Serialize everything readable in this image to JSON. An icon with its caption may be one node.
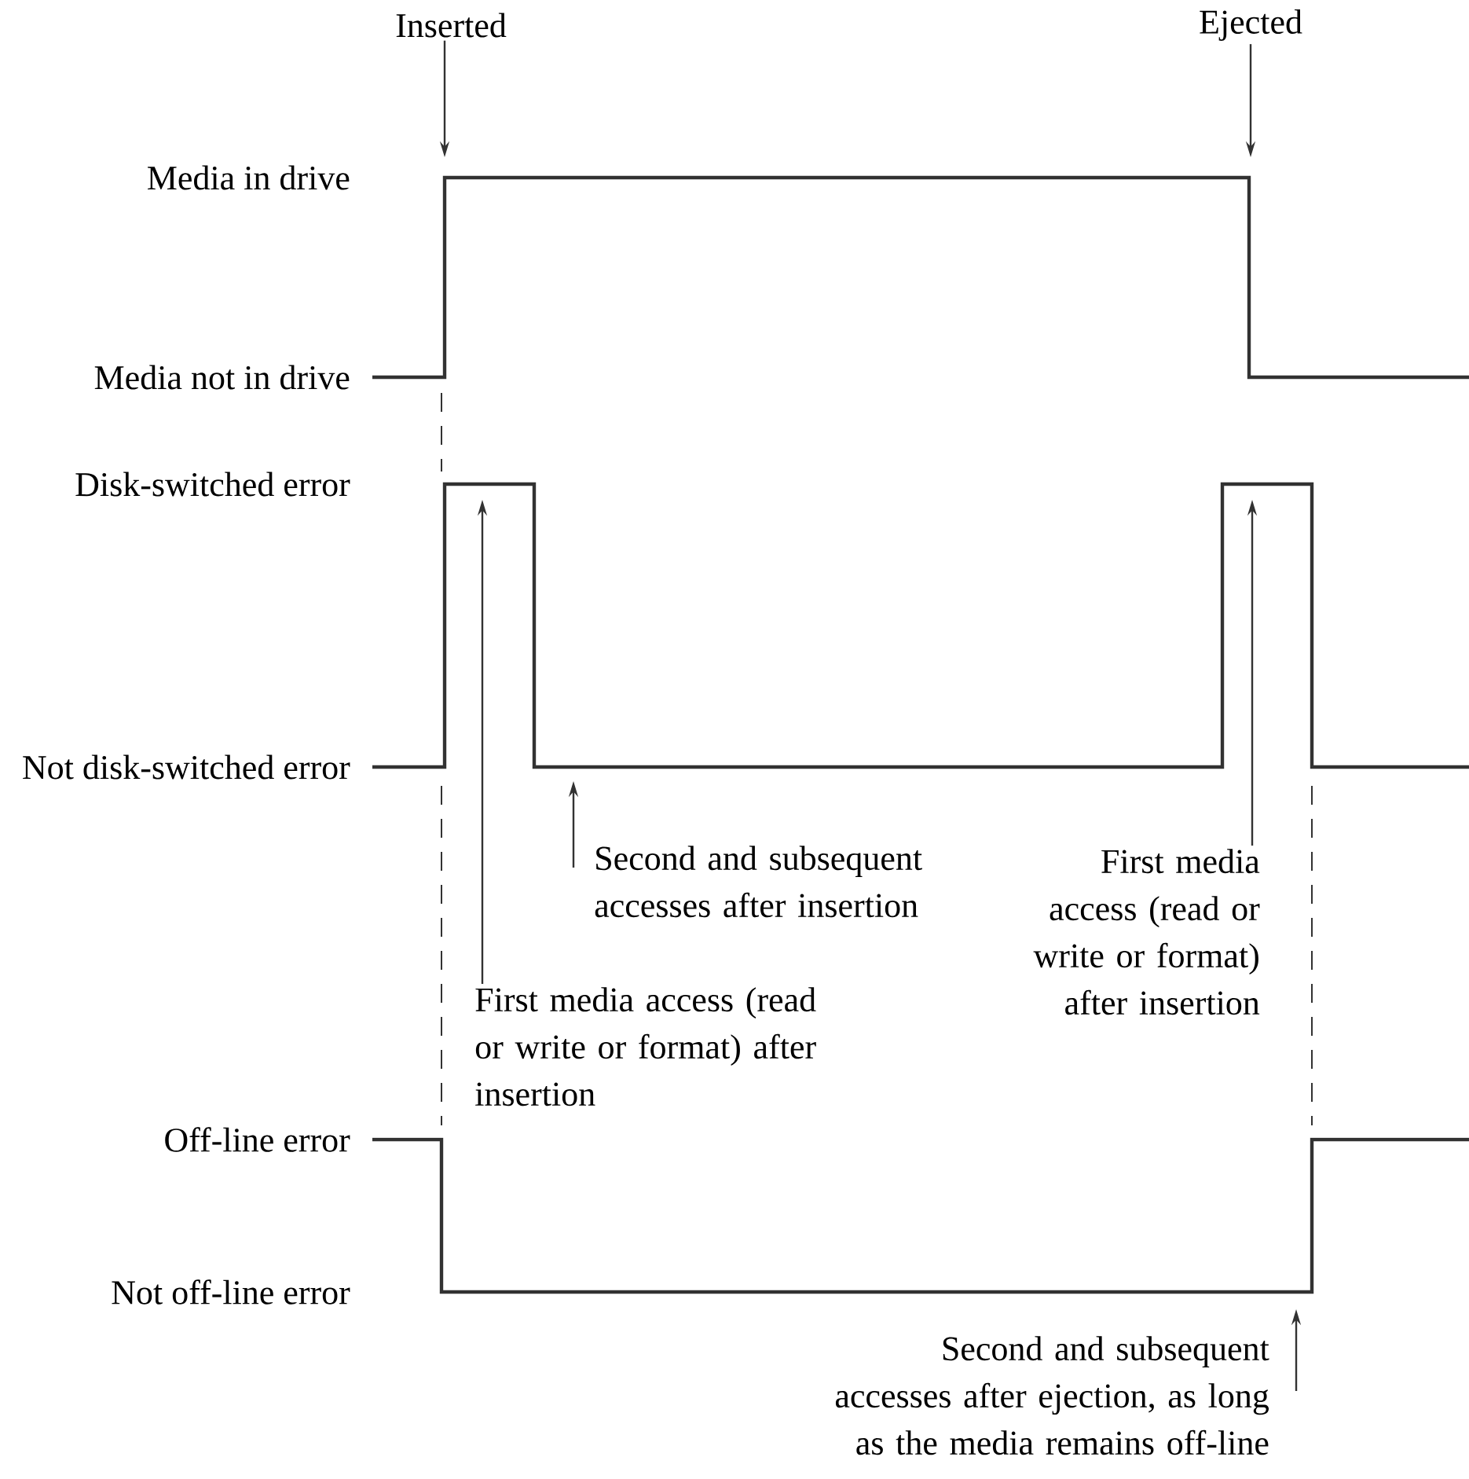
{
  "diagram": {
    "nodes": [
      {
        "text": [
          "Inserted"
        ]
      },
      {
        "text": [
          "Ejected"
        ]
      },
      {
        "text": [
          "First media access (read or write or format) after insertion"
        ]
      },
      {
        "text": [
          "Second and subsequent accesses after insertion"
        ]
      },
      {
        "text": [
          "First media access (read or write or format) after insertion"
        ]
      },
      {
        "text": [
          "Second and subsequent accesses after ejection, as long as the media remains off-line"
        ]
      }
    ],
    "edges": [
      {
        "from": 0,
        "to": null,
        "arrow": "to"
      },
      {
        "from": 1,
        "to": null,
        "arrow": "to"
      },
      {
        "from": 2,
        "to": null,
        "arrow": "to"
      },
      {
        "from": 3,
        "to": null,
        "arrow": "to"
      },
      {
        "from": 4,
        "to": null,
        "arrow": "to"
      },
      {
        "from": 5,
        "to": null,
        "arrow": "to"
      }
    ],
    "labels": [
      "Media in drive",
      "Media not in drive",
      "Disk-switched error",
      "Not disk-switched error",
      "Off-line error",
      "Not off-line error"
    ]
  }
}
